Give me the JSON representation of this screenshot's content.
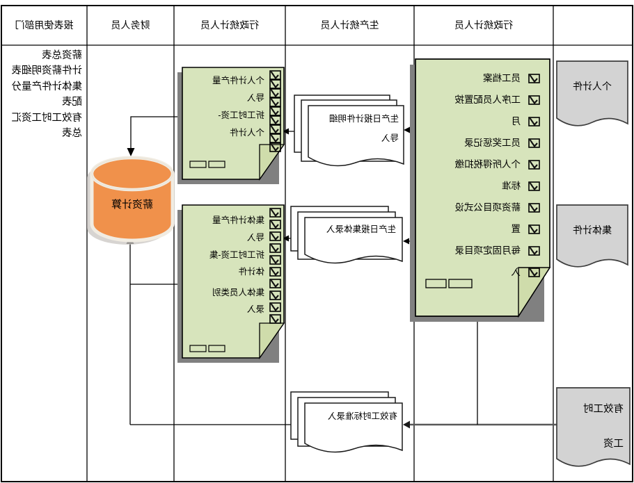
{
  "lanes": [
    {
      "label": ""
    },
    {
      "label": "行政统计人员"
    },
    {
      "label": "生产统计人员"
    },
    {
      "label": "行政统计人员"
    },
    {
      "label": "财务人员"
    },
    {
      "label": "报表使用部门"
    }
  ],
  "source_docs": {
    "doc1": "个人计件",
    "doc2": "集体计件",
    "doc3_line1": "有效工时",
    "doc3_line2": "工资"
  },
  "admin_checklist": {
    "lines": [
      "员工档案",
      "工序人员配置按",
      "月",
      "员工奖惩记录",
      "个人所得税扣缴",
      "标准",
      "薪资项目公式设",
      "置",
      "每月固定项目录",
      "入"
    ]
  },
  "input_stacks": {
    "stack1_line1": "生产日报计件明细",
    "stack1_line2": "导入",
    "stack2_line1": "生产日报集体录入",
    "stack3_line1": "有效工时标准录入"
  },
  "stat_checklist_individual": {
    "lines": [
      "个人计件产量",
      "导入",
      "折工时工资-",
      "个人计件"
    ]
  },
  "stat_checklist_collective": {
    "lines": [
      "集体计件产量",
      "导入",
      "折工时工资-集",
      "体计件",
      "集体人员类别",
      "录入"
    ]
  },
  "database": {
    "label": "薪资计算"
  },
  "reports": {
    "lines": [
      "薪资总表",
      "计件薪资明细表",
      "集体计件产量分",
      "配表",
      "有效工时工资汇",
      "总表"
    ]
  },
  "colors": {
    "checklist_fill": "#d7e4bc",
    "shape_shadow": "#808080",
    "doc_fill": "#d3d3d3",
    "database_fill": "#f0914b",
    "database_ring": "#f1ece2",
    "flow_line": "#000000",
    "thick_flow_line": "#595959"
  }
}
